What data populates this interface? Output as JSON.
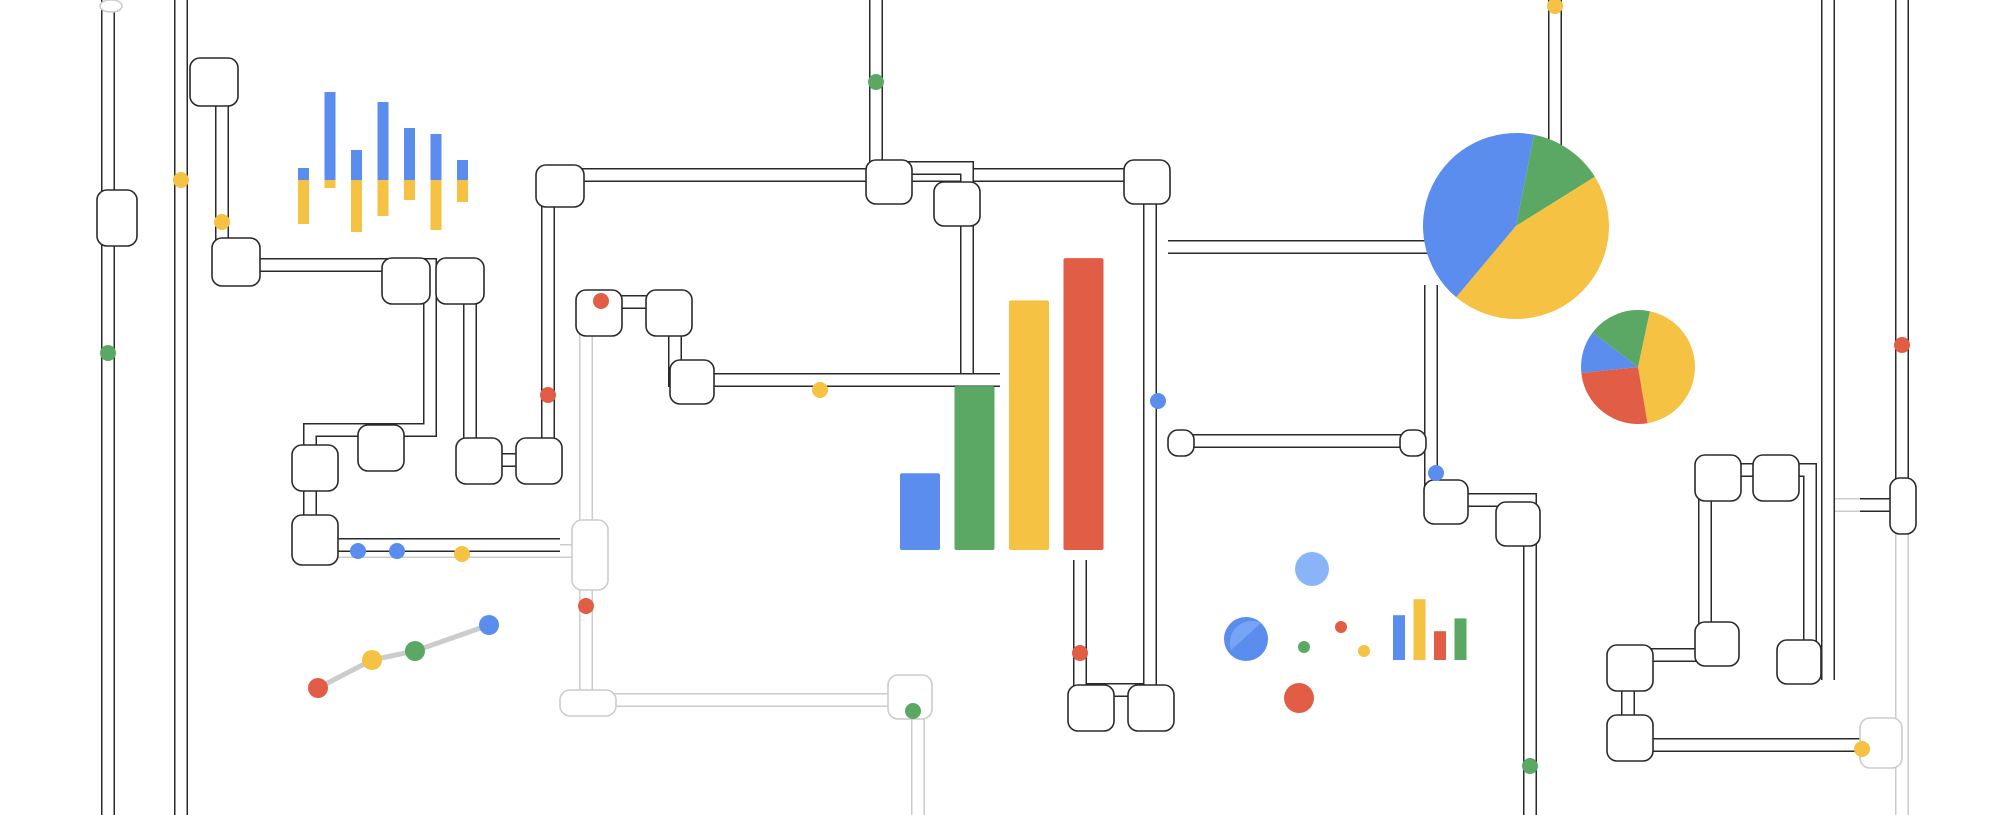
{
  "palette": {
    "blue": "#5b8def",
    "green": "#5aa863",
    "yellow": "#f6c244",
    "red": "#e25d45",
    "light_blue": "#8ab4f8",
    "pipe_dark": "#2a2a2a",
    "pipe_light": "#cccccc"
  },
  "illustration": {
    "tall_bars": [
      {
        "color": "blue",
        "value": 60
      },
      {
        "color": "green",
        "value": 128
      },
      {
        "color": "yellow",
        "value": 195
      },
      {
        "color": "red",
        "value": 228
      }
    ],
    "mini_bars": [
      {
        "color": "blue",
        "value": 28
      },
      {
        "color": "yellow",
        "value": 38
      },
      {
        "color": "red",
        "value": 18
      },
      {
        "color": "green",
        "value": 26
      }
    ],
    "diverging_bars": [
      {
        "up": 12,
        "down": 44
      },
      {
        "up": 88,
        "down": 8
      },
      {
        "up": 30,
        "down": 52
      },
      {
        "up": 78,
        "down": 36
      },
      {
        "up": 52,
        "down": 20
      },
      {
        "up": 46,
        "down": 50
      },
      {
        "up": 20,
        "down": 22
      }
    ],
    "large_pie": [
      {
        "color": "blue",
        "value": 42
      },
      {
        "color": "green",
        "value": 13
      },
      {
        "color": "yellow",
        "value": 45
      }
    ],
    "small_pie": [
      {
        "color": "yellow",
        "value": 44
      },
      {
        "color": "red",
        "value": 26
      },
      {
        "color": "blue",
        "value": 12
      },
      {
        "color": "green",
        "value": 18
      }
    ],
    "line_points": [
      {
        "color": "red"
      },
      {
        "color": "yellow"
      },
      {
        "color": "green"
      },
      {
        "color": "blue"
      }
    ]
  }
}
